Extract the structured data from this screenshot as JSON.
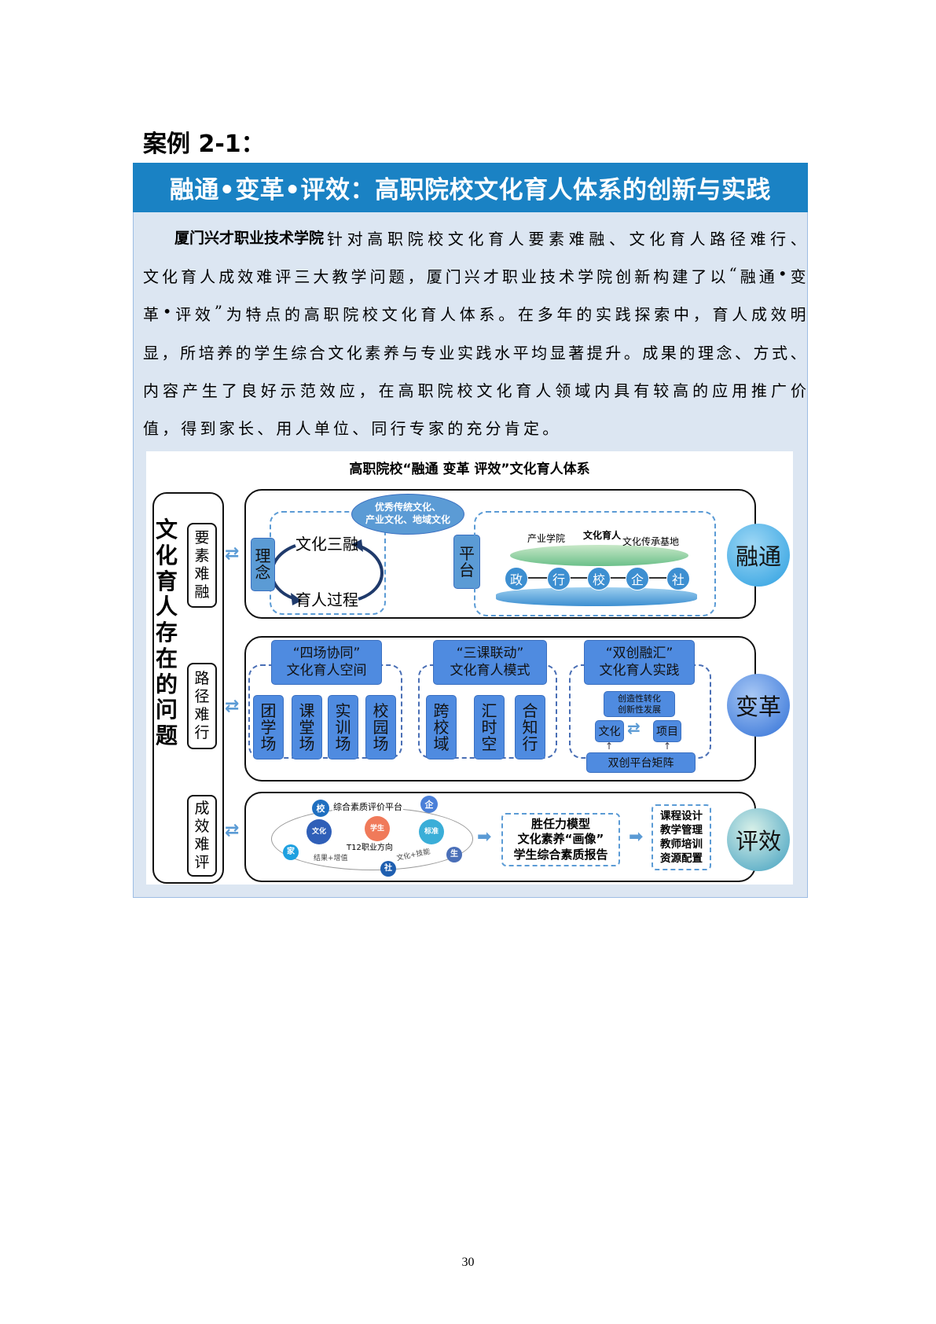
{
  "heading": "案例 2-1：",
  "banner_title": "融通•变革•评效：高职院校文化育人体系的创新与实践",
  "paragraph": {
    "bold_lead": "厦门兴才职业技术学院",
    "lines": [
      "针对高职院校文化育人要素难融、文化育人路径难行、",
      "文化育人成效难评三大教学问题，厦门兴才职业技术学院创新构建了以“融通•变",
      "革•评效”为特点的高职院校文化育人体系。在多年的实践探索中，育人成效明",
      "显，所培养的学生综合文化素养与专业实践水平均显著提升。成果的理念、方式、",
      "内容产生了良好示范效应，在高职院校文化育人领域内具有较高的应用推广价",
      "值，得到家长、用人单位、同行专家的充分肯定。"
    ]
  },
  "diagram": {
    "title": "高职院校“融通 变革 评效”文化育人体系",
    "left_title": [
      "文",
      "化",
      "育",
      "人",
      "存",
      "在",
      "的",
      "问",
      "题"
    ],
    "problems": [
      [
        "要",
        "素",
        "难",
        "融"
      ],
      [
        "路",
        "径",
        "难",
        "行"
      ],
      [
        "成",
        "效",
        "难",
        "评"
      ]
    ],
    "pillars": [
      "融通",
      "变革",
      "评效"
    ],
    "row1": {
      "concept": [
        "理",
        "念"
      ],
      "cloud": [
        "优秀传统文化、",
        "产业文化、地域文化"
      ],
      "culture_merge": "文化三融",
      "process": "育人过程",
      "platform": [
        "平",
        "台"
      ],
      "industry_college": "产业学院",
      "culture_edu": "文化育人",
      "heritage_base": "文化传承基地",
      "parties": [
        "政",
        "行",
        "校",
        "企",
        "社"
      ]
    },
    "row2": {
      "groups": [
        {
          "header": [
            "“四场协同”",
            "文化育人空间"
          ],
          "items": [
            [
              "团",
              "学",
              "场"
            ],
            [
              "课",
              "堂",
              "场"
            ],
            [
              "实",
              "训",
              "场"
            ],
            [
              "校",
              "园",
              "场"
            ]
          ]
        },
        {
          "header": [
            "“三课联动”",
            "文化育人模式"
          ],
          "items": [
            [
              "跨",
              "校",
              "域"
            ],
            [
              "汇",
              "时",
              "空"
            ],
            [
              "合",
              "知",
              "行"
            ]
          ]
        },
        {
          "header": [
            "“双创融汇”",
            "文化育人实践"
          ]
        }
      ],
      "transform": [
        "创造性转化",
        "创新性发展"
      ],
      "culture": "文化",
      "project": "项目",
      "matrix": "双创平台矩阵"
    },
    "row3": {
      "platform": "综合素质评价平台",
      "nodes": {
        "school": "校",
        "enterprise": "企",
        "student": "学生",
        "culture": "文化",
        "standard": "标准",
        "family": "家",
        "society": "社",
        "student2": "生"
      },
      "direction": "T12职业方向",
      "result": "结果+增值",
      "skill": "文化+技能",
      "model": [
        "胜任力模型",
        "文化素养“画像”",
        "学生综合素质报告"
      ],
      "apply": [
        "课程设计",
        "教学管理",
        "教师培训",
        "资源配置"
      ]
    }
  },
  "page_number": "30",
  "colors": {
    "banner": "#1a82c4",
    "box": "#dce6f2",
    "block": "#4f8be0"
  }
}
